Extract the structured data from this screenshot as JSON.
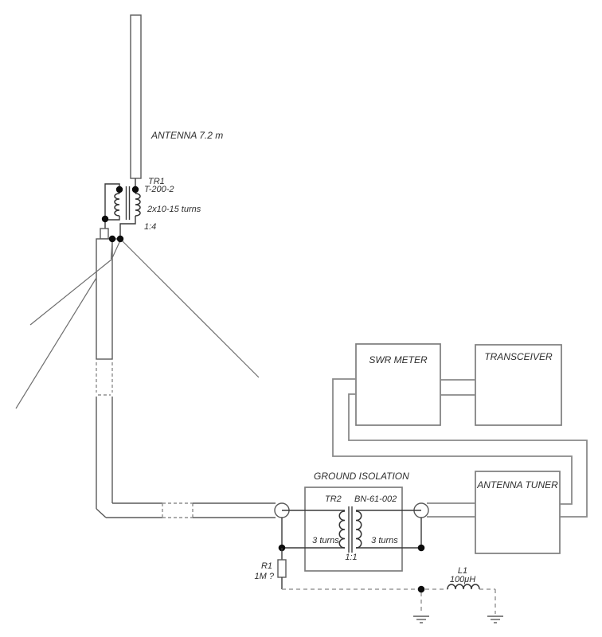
{
  "schematic": {
    "antenna": {
      "label": "ANTENNA 7.2 m"
    },
    "tr1": {
      "name": "TR1",
      "core": "T-200-2",
      "turns": "2x10-15 turns",
      "ratio": "1:4"
    },
    "ground_isolation": {
      "title": "GROUND ISOLATION",
      "name": "TR2",
      "core": "BN-61-002",
      "left_turns": "3 turns",
      "right_turns": "3 turns",
      "ratio": "1:1"
    },
    "r1": {
      "name": "R1",
      "value": "1M ?"
    },
    "l1": {
      "name": "L1",
      "value": "100μH"
    },
    "boxes": {
      "swr_meter": "SWR METER",
      "transceiver": "TRANSCEIVER",
      "antenna_tuner": "ANTENNA TUNER"
    }
  }
}
